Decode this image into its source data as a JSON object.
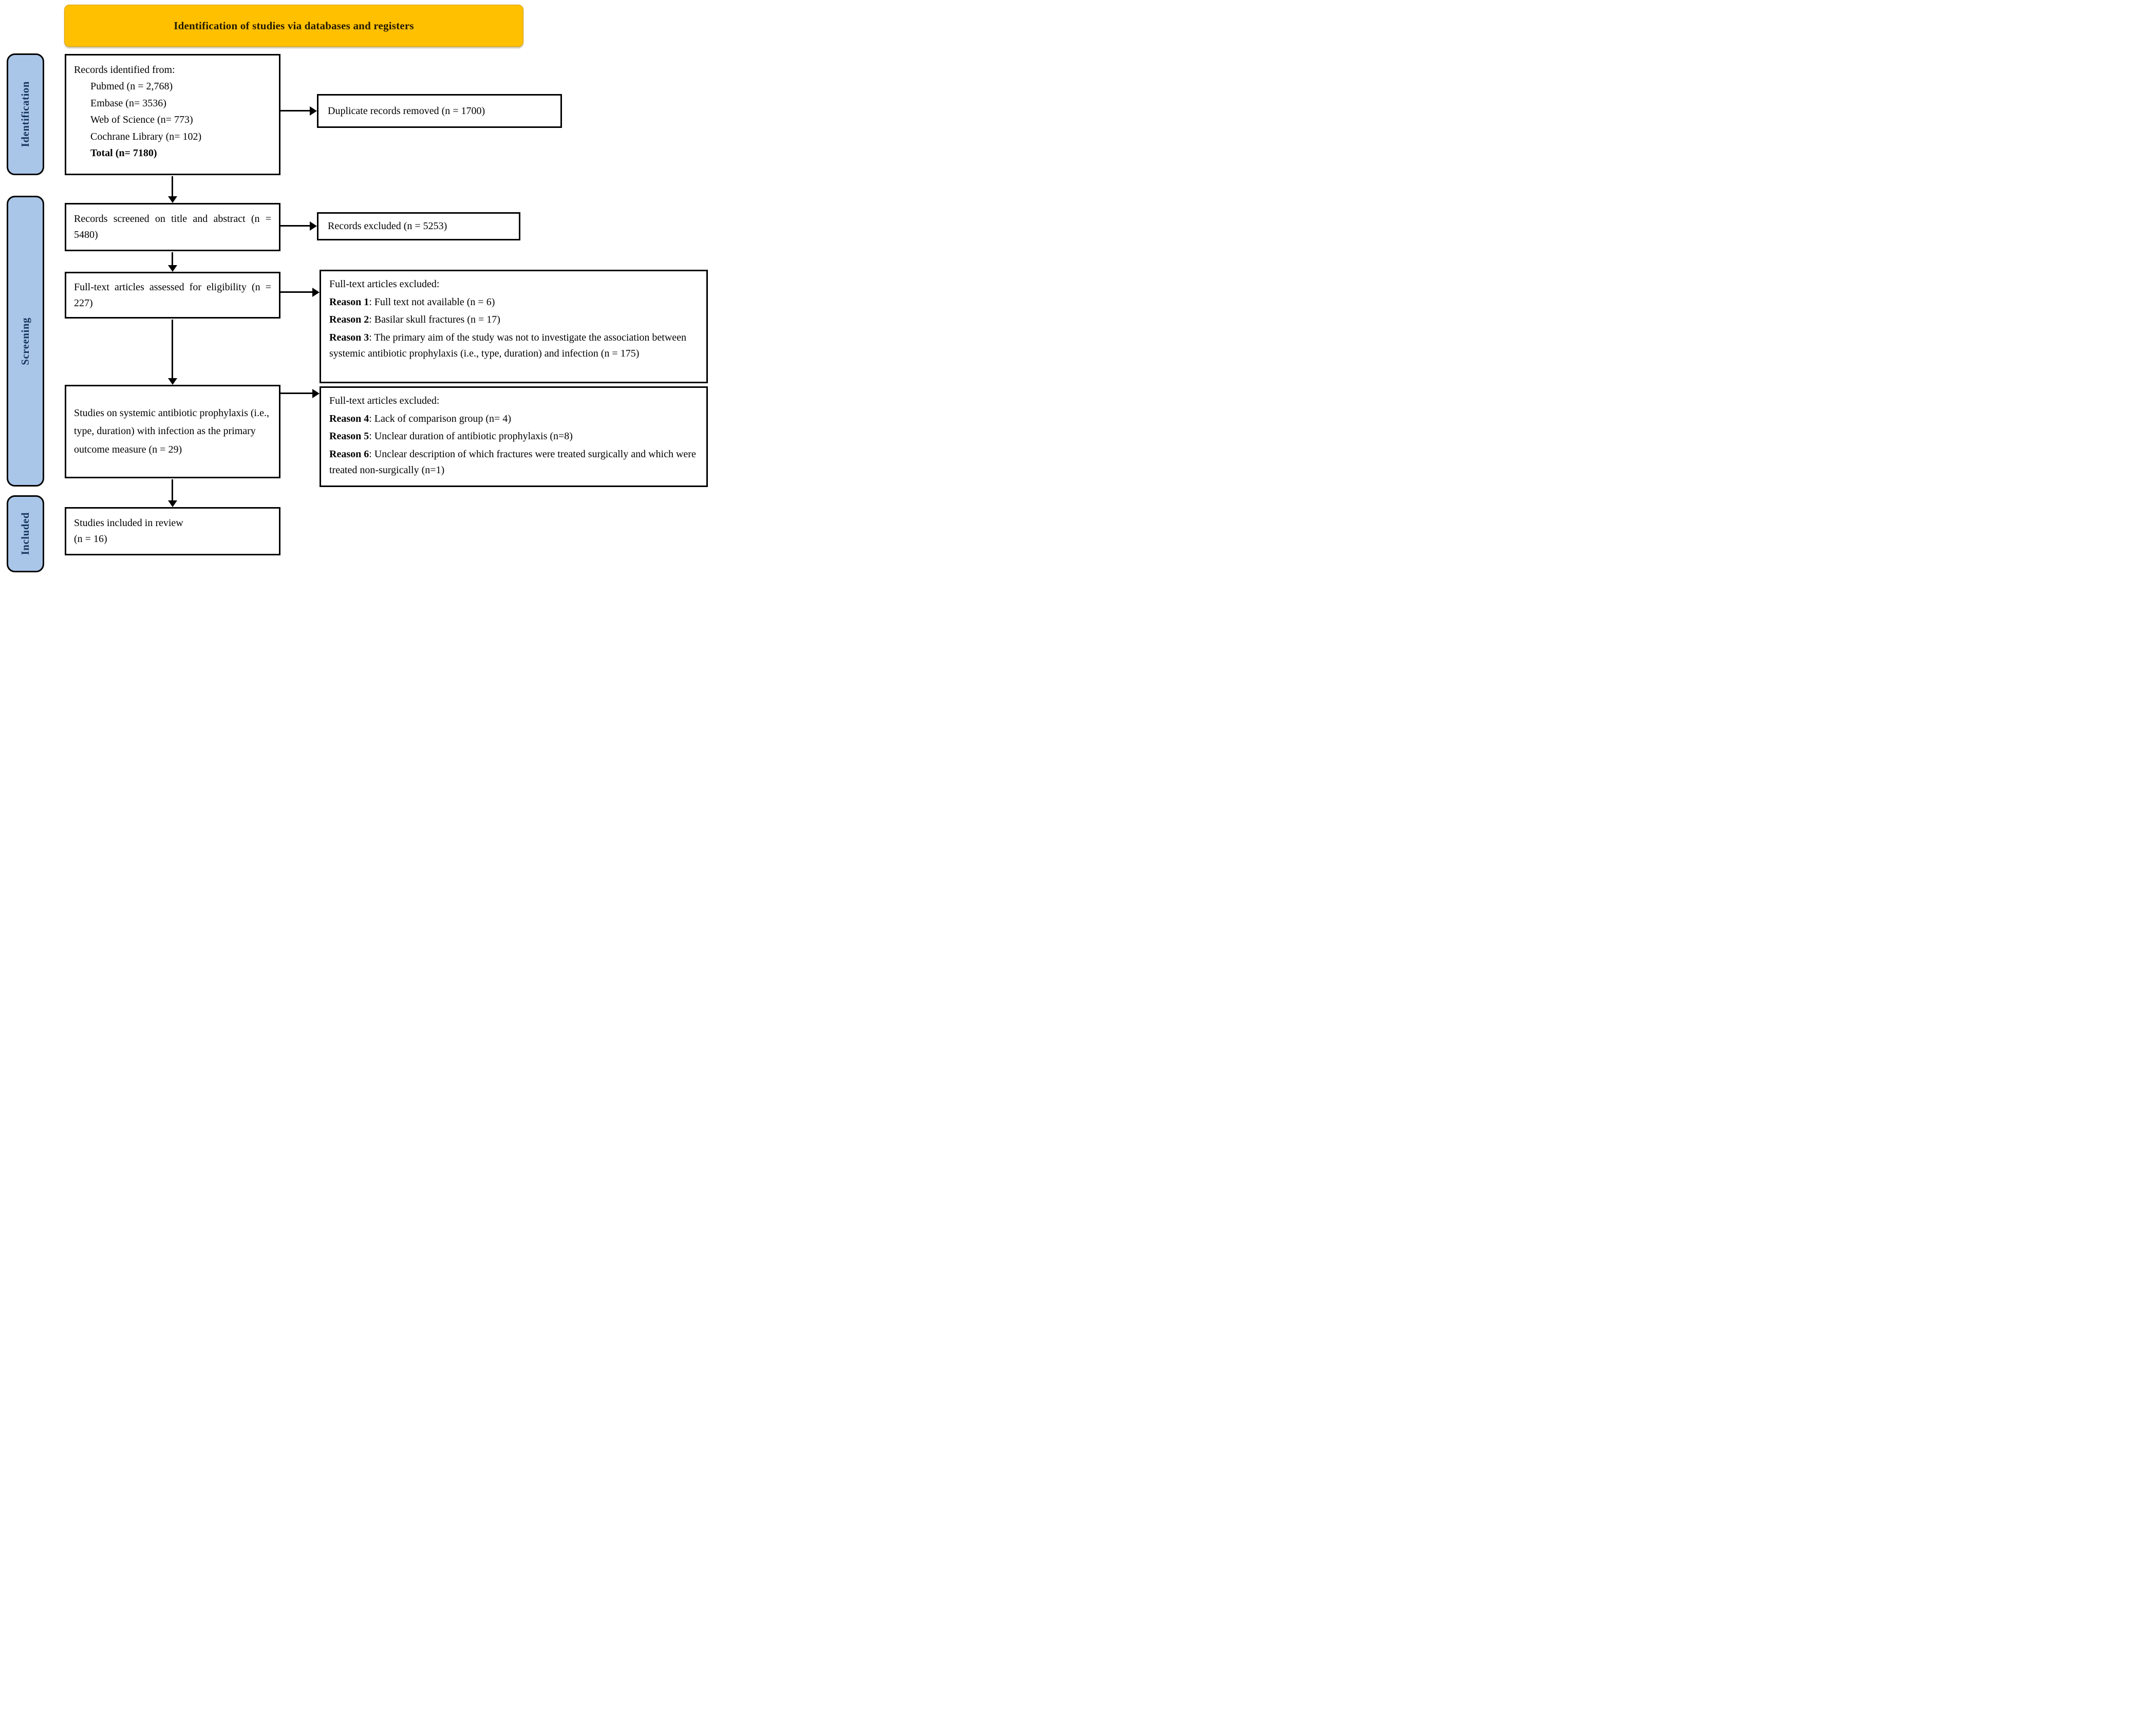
{
  "colors": {
    "background": "#ffffff",
    "banner_fill": "#FFC000",
    "banner_text": "#231a00",
    "stage_fill": "#A9C6E9",
    "stage_text": "#17365D",
    "box_border": "#000000",
    "box_text": "#000000",
    "arrow": "#000000"
  },
  "banner": {
    "title": "Identification of studies via databases and registers"
  },
  "stages": {
    "identification": "Identification",
    "screening": "Screening",
    "included": "Included"
  },
  "boxes": {
    "records_identified": {
      "intro": "Records identified from:",
      "sources": [
        "Pubmed (n = 2,768)",
        "Embase (n= 3536)",
        "Web of Science (n= 773)",
        "Cochrane Library (n= 102)"
      ],
      "total": "Total (n= 7180)"
    },
    "duplicates_removed": {
      "text": "Duplicate records removed (n = 1700)"
    },
    "records_screened": {
      "text": "Records screened on title and abstract (n = 5480)"
    },
    "records_excluded": {
      "text": "Records excluded (n = 5253)"
    },
    "fulltext_assessed": {
      "text": "Full-text articles assessed for eligibility (n = 227)"
    },
    "fulltext_excluded_a": {
      "title": "Full-text articles excluded:",
      "reasons": [
        {
          "label": "Reason 1",
          "text": ": Full text not available (n = 6)"
        },
        {
          "label": "Reason 2",
          "text": ": Basilar skull fractures (n = 17)"
        },
        {
          "label": "Reason 3",
          "text": ": The primary aim of the study was not to investigate the association between systemic antibiotic prophylaxis (i.e., type, duration) and infection (n = 175)"
        }
      ]
    },
    "studies_prophylaxis": {
      "text": "Studies on systemic antibiotic prophylaxis (i.e., type, duration) with infection as the primary outcome measure (n = 29)"
    },
    "fulltext_excluded_b": {
      "title": "Full-text articles excluded:",
      "reasons": [
        {
          "label": "Reason 4",
          "text": ": Lack of comparison group (n= 4)"
        },
        {
          "label": "Reason 5",
          "text": ": Unclear duration of antibiotic prophylaxis (n=8)"
        },
        {
          "label": "Reason 6",
          "text": ": Unclear description of which fractures were treated surgically and which were treated non-surgically (n=1)"
        }
      ]
    },
    "studies_included": {
      "line1": "Studies included in review",
      "line2": "(n = 16)"
    }
  }
}
